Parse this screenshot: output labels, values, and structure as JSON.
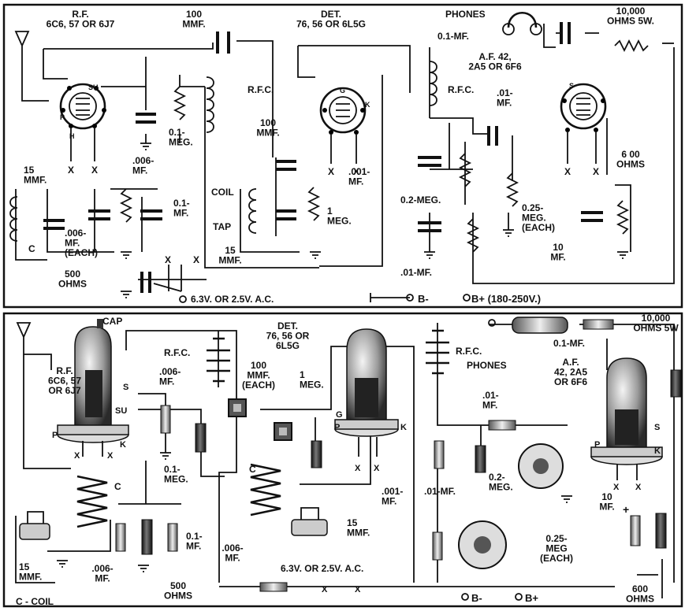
{
  "schematic": {
    "rf_tube": "R.F.\n6C6, 57 OR 6J7",
    "det_tube": "DET.\n76, 56 OR 6L5G",
    "af_tube": "A.F. 42,\n2A5 OR 6F6",
    "cap_100_top": "100\nMMF.",
    "cap_100_grid": "100\nMMF.",
    "rfc_1": "R.F.C.",
    "rfc_2": "R.F.C.",
    "phones": "PHONES",
    "phones_cap": "0.1-MF.",
    "resistor_10000": "10,000\nOHMS 5W.",
    "cap_006_screen": ".006-\nMF.",
    "res_01meg": "0.1-\nMEG.",
    "coil": "COIL",
    "tap": "TAP",
    "cap_15_left": "15\nMMF.",
    "cap_15_det": "15\nMMF.",
    "cap_006_each": ".006-\nMF.\n(EACH)",
    "cap_01_mf": "0.1-\nMF.",
    "res_1meg": "1\nMEG.",
    "cap_001": ".001-\nMF.",
    "res_02meg": "0.2-MEG.",
    "cap_01_coupling": ".01-\nMF.",
    "res_025meg": "0.25-\nMEG.\n(EACH)",
    "res_600": "6 00\nOHMS",
    "cap_10mf": "10\nMF.",
    "cap_01_bypass": ".01-MF.",
    "res_500": "500\nOHMS",
    "coil_c": "C",
    "heater": "6.3V. OR 2.5V. A.C.",
    "b_minus": "B-",
    "b_plus": "B+ (180-250V.)",
    "x_mark": "X",
    "pin_g": "G",
    "pin_k": "K",
    "pin_p": "P",
    "pin_h": "H",
    "pin_s": "S",
    "pin_su": "SU"
  },
  "pictorial": {
    "cap": "CAP",
    "rf_tube": "R.F.\n6C6, 57\nOR 6J7",
    "det_tube": "DET.\n76, 56 OR\n6L5G",
    "af_tube": "A.F.\n42, 2A5\nOR 6F6",
    "rfc_1": "R.F.C.",
    "rfc_2": "R.F.C.",
    "phones": "PHONES",
    "cap_01_phones": "0.1-MF.",
    "resistor_10000": "10,000\nOHMS 5W",
    "cap_006_screen": ".006-\nMF.",
    "cap_100_each": "100\nMMF.\n(EACH)",
    "res_1meg": "1\nMEG.",
    "res_01meg": "0.1-\nMEG.",
    "cap_01_coupling": ".01-\nMF.",
    "res_02meg": "0.2-\nMEG.",
    "cap_001": ".001-\nMF.",
    "cap_01_bypass": ".01-MF.",
    "res_025meg": "0.25-\nMEG\n(EACH)",
    "cap_10mf": "10\nMF.",
    "coil_c_right": "C",
    "coil_c_left": "C",
    "cap_15_left": "15\nMMF.",
    "cap_15_det": "15\nMMF.",
    "cap_006_bottom": ".006-\nMF.",
    "cap_006_left": ".006-\nMF.",
    "res_500": "500\nOHMS",
    "cap_01_right": "0.1-\nMF.",
    "heater": "6.3V. OR 2.5V. A.C.",
    "c_coil": "C - COIL",
    "b_minus": "B-",
    "b_plus": "B+",
    "res_600": "600\nOHMS",
    "x_mark": "X",
    "pin_s": "S",
    "pin_su": "SU",
    "pin_p": "P",
    "pin_k": "K",
    "pin_g": "G",
    "plus": "+"
  }
}
